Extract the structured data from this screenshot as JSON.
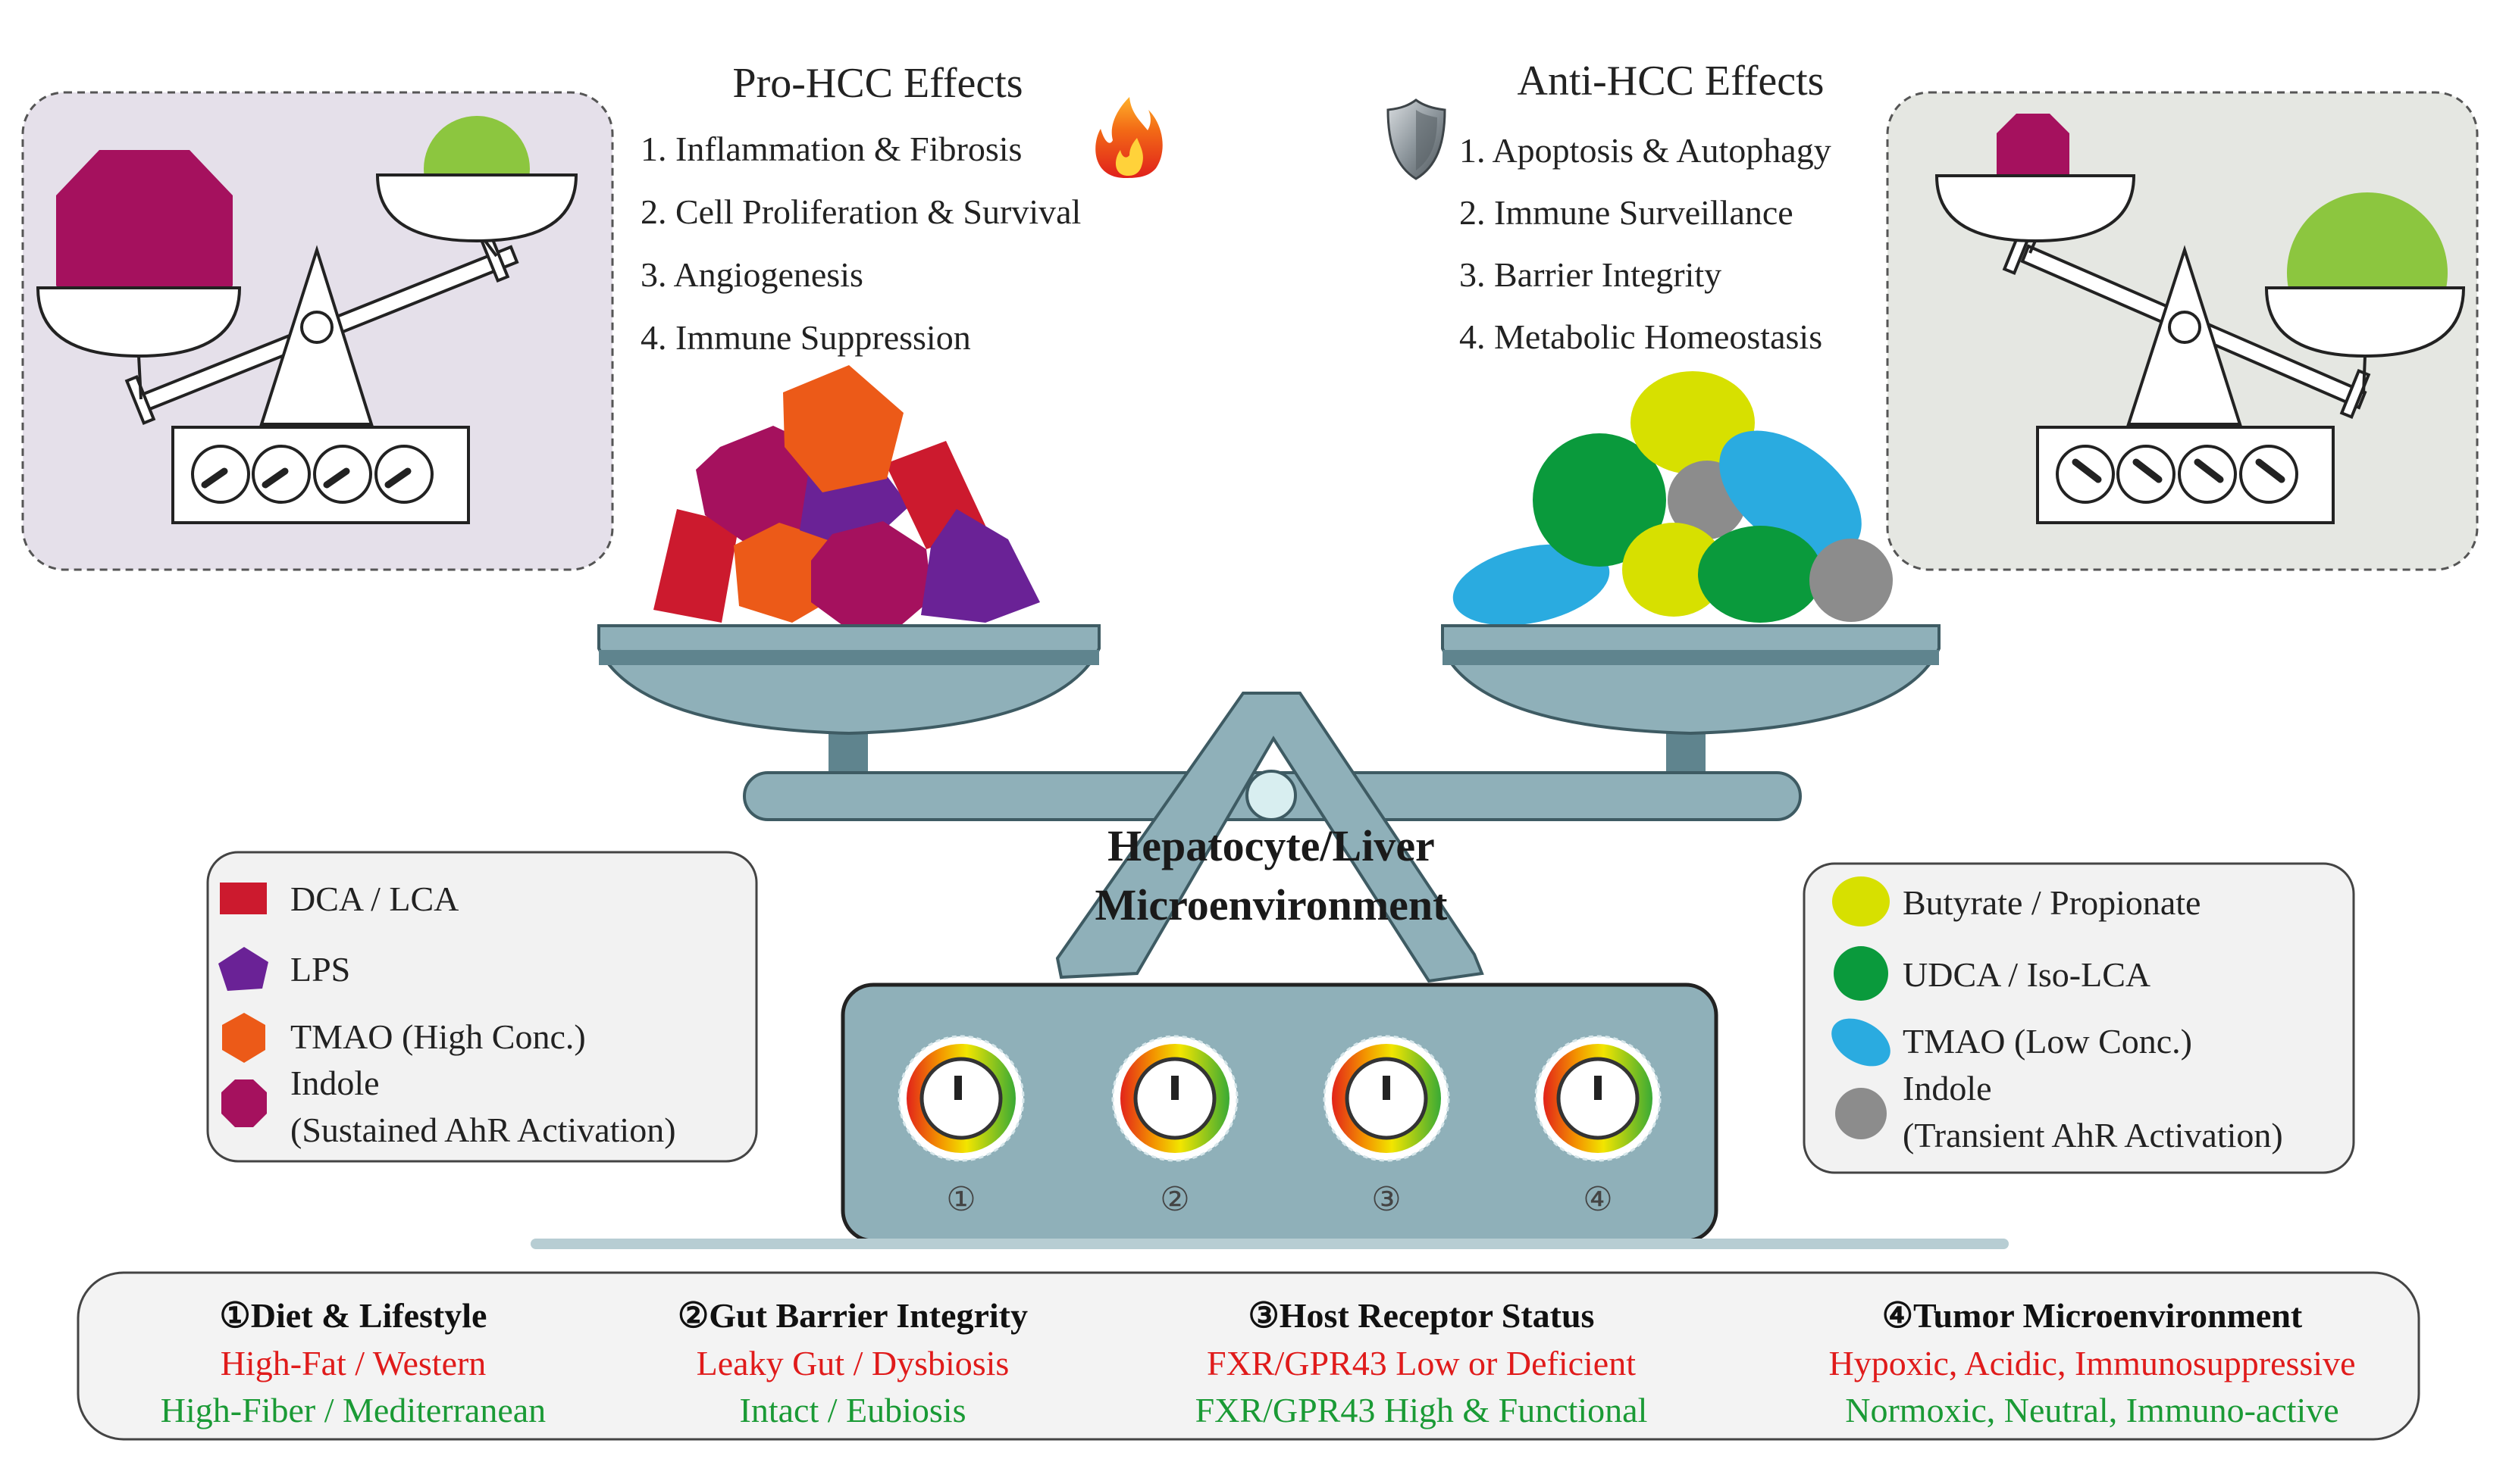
{
  "pro": {
    "title": "Pro-HCC Effects",
    "effects": [
      "1. Inflammation & Fibrosis",
      "2. Cell Proliferation & Survival",
      "3. Angiogenesis",
      "4. Immune Suppression"
    ]
  },
  "anti": {
    "title": "Anti-HCC Effects",
    "effects": [
      "1. Apoptosis & Autophagy",
      "2. Immune Surveillance",
      "3. Barrier Integrity",
      "4. Metabolic Homeostasis"
    ]
  },
  "center": {
    "line1": "Hepatocyte/Liver",
    "line2": "Microenvironment"
  },
  "dial_labels": [
    "①",
    "②",
    "③",
    "④"
  ],
  "legend_pro": [
    {
      "shape": "rect",
      "color": "#cc1a2e",
      "lines": [
        "DCA / LCA"
      ]
    },
    {
      "shape": "pentagon",
      "color": "#6a2296",
      "lines": [
        "LPS"
      ]
    },
    {
      "shape": "hexagon",
      "color": "#ec5a18",
      "lines": [
        "TMAO (High Conc.)"
      ]
    },
    {
      "shape": "octagon",
      "color": "#a5115e",
      "lines": [
        "Indole",
        "(Sustained AhR Activation)"
      ]
    }
  ],
  "legend_anti": [
    {
      "shape": "ellipse",
      "color": "#d7e000",
      "lines": [
        "Butyrate / Propionate"
      ]
    },
    {
      "shape": "circle",
      "color": "#0a9a3c",
      "lines": [
        "UDCA / Iso-LCA"
      ]
    },
    {
      "shape": "ellipse",
      "color": "#2aabe0",
      "lines": [
        "TMAO (Low Conc.)"
      ]
    },
    {
      "shape": "circle",
      "color": "#8c8c8c",
      "lines": [
        "Indole",
        "(Transient AhR Activation)"
      ]
    }
  ],
  "factors": [
    {
      "num": "①",
      "title": "Diet & Lifestyle",
      "bad": "High-Fat / Western",
      "good": "High-Fiber / Mediterranean"
    },
    {
      "num": "②",
      "title": "Gut Barrier Integrity",
      "bad": "Leaky Gut / Dysbiosis",
      "good": "Intact / Eubiosis"
    },
    {
      "num": "③",
      "title": "Host Receptor Status",
      "bad": "FXR/GPR43 Low or Deficient",
      "good": "FXR/GPR43 High & Functional"
    },
    {
      "num": "④",
      "title": "Tumor Microenvironment",
      "bad": "Hypoxic, Acidic, Immunosuppressive",
      "good": "Normoxic, Neutral, Immuno-active"
    }
  ],
  "colors": {
    "scale": "#8fb0b9",
    "scale_dark": "#5f848e",
    "bad_text": "#e01b1b",
    "good_text": "#1a9a35",
    "box_left": "#e5e0ea",
    "box_right": "#e5e7e2",
    "octagon": "#a5115e",
    "green_circle": "#8cc63f",
    "red": "#cc1a2e",
    "purple": "#6a2296",
    "orange": "#ec5a18",
    "magenta": "#a5115e",
    "yellow": "#d7e000",
    "green": "#0a9a3c",
    "blue": "#2aabe0",
    "gray": "#8c8c8c"
  },
  "icons": [
    "fire-icon",
    "shield-icon"
  ]
}
